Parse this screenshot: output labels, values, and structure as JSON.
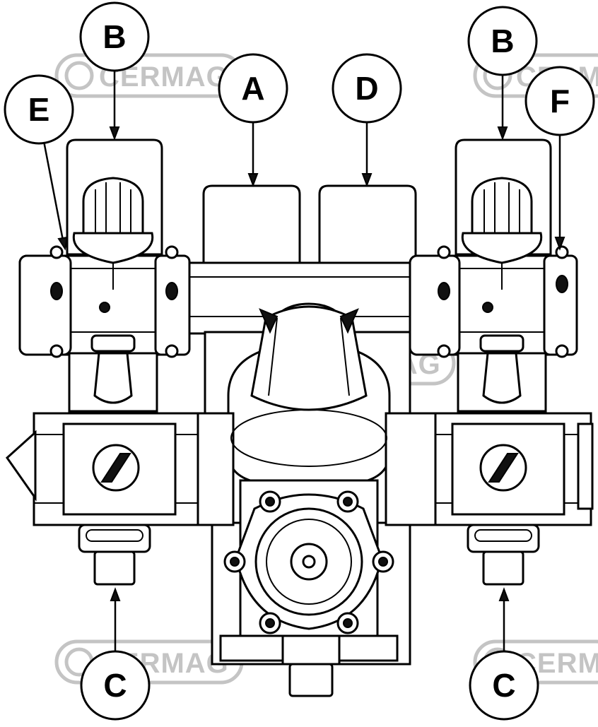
{
  "watermark": {
    "text": "CERMAG"
  },
  "callouts": {
    "B_left": "B",
    "B_right": "B",
    "A": "A",
    "D": "D",
    "E": "E",
    "F": "F",
    "C_left": "C",
    "C_right": "C"
  },
  "colors": {
    "line": "#000000",
    "fill": "#ffffff",
    "watermark": "#c4c4c4"
  }
}
